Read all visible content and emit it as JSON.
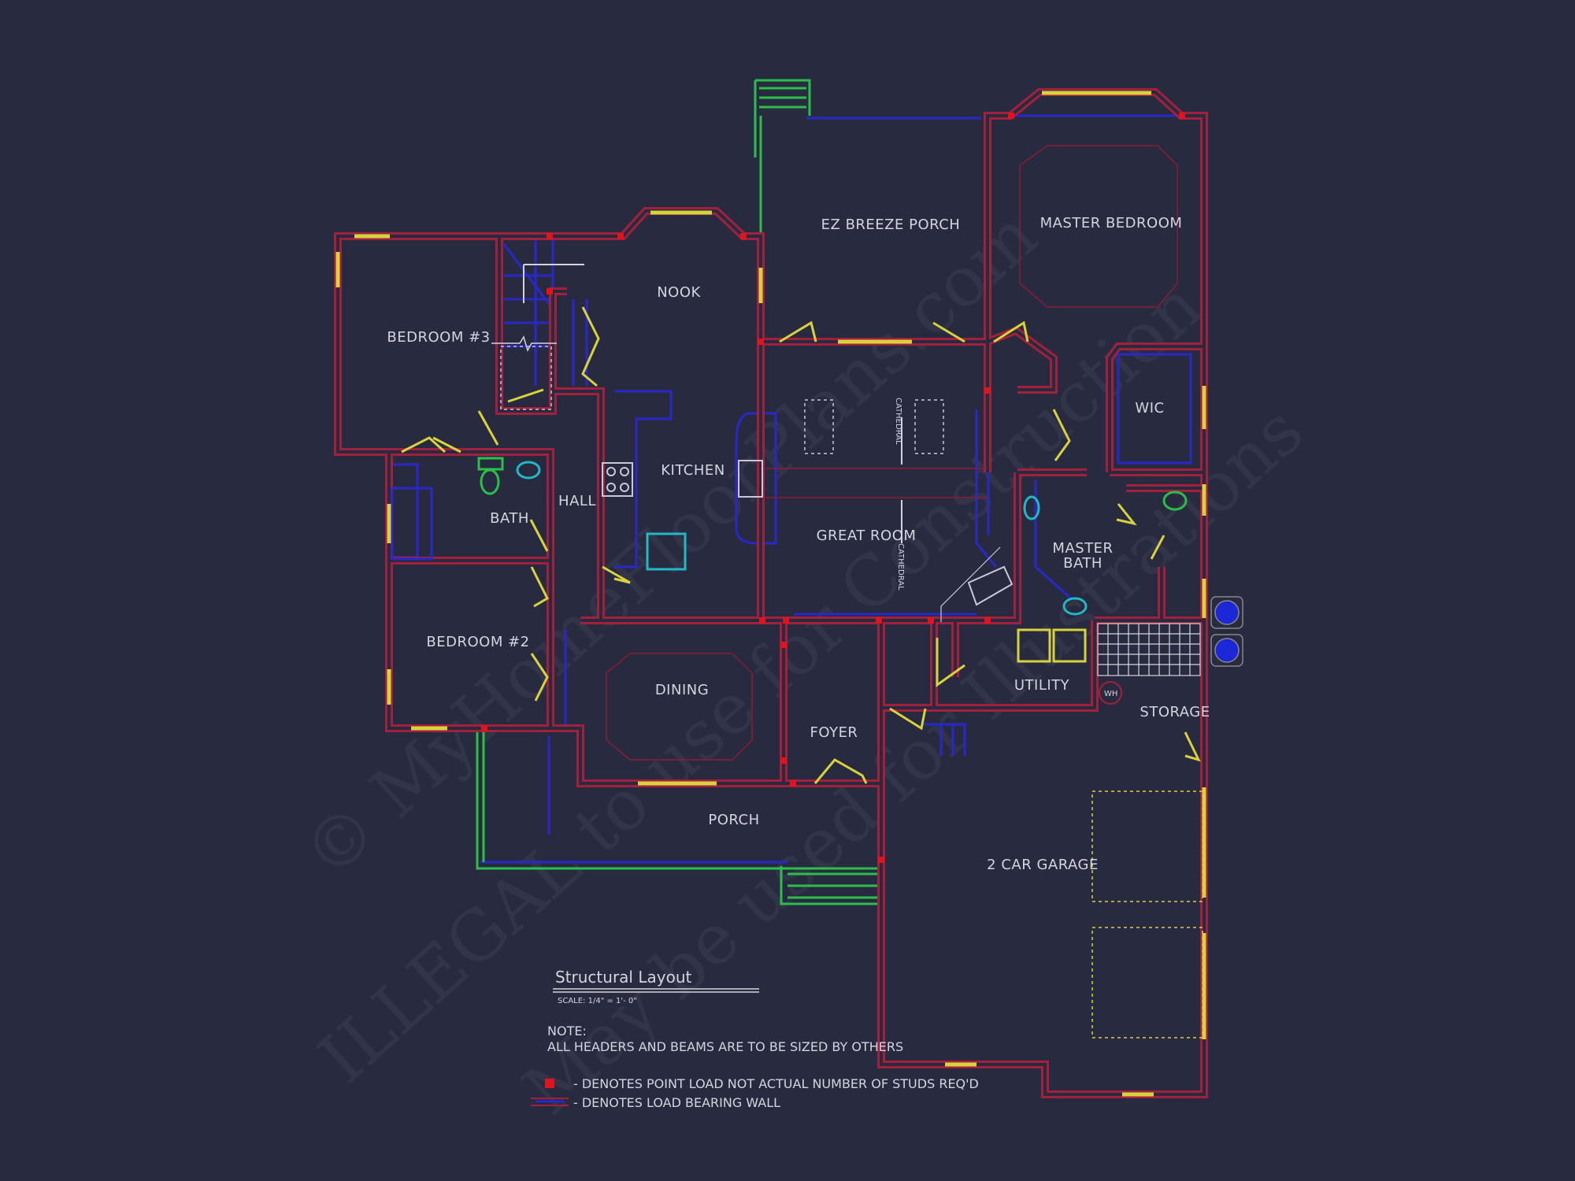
{
  "drawing": {
    "title": "Structural Layout",
    "scale": "SCALE: 1/4\" = 1'- 0\"",
    "note_heading": "NOTE:",
    "note_text": "ALL HEADERS AND BEAMS ARE TO BE SIZED BY OTHERS",
    "legend": [
      {
        "symbol": "point-load",
        "text": "- DENOTES POINT LOAD NOT ACTUAL NUMBER OF STUDS REQ'D"
      },
      {
        "symbol": "load-bearing-wall",
        "text": "- DENOTES LOAD BEARING WALL"
      }
    ]
  },
  "rooms": {
    "bedroom3": "BEDROOM #3",
    "nook": "NOOK",
    "ez_breeze_porch": "EZ BREEZE PORCH",
    "master_bedroom": "MASTER BEDROOM",
    "wic": "WIC",
    "kitchen": "KITCHEN",
    "hall": "HALL",
    "bath": "BATH",
    "great_room": "GREAT ROOM",
    "master_bath_1": "MASTER",
    "master_bath_2": "BATH",
    "bedroom2": "BEDROOM #2",
    "dining": "DINING",
    "foyer": "FOYER",
    "utility": "UTILITY",
    "storage": "STORAGE",
    "porch": "PORCH",
    "garage": "2 CAR GARAGE"
  },
  "annotations": {
    "cathedral_1": "CATHEDRAL",
    "cathedral_2": "CATHEDRAL",
    "water_heater": "WH"
  },
  "watermark": {
    "line1": "© MyHomeFloorPlans.com",
    "line2": "ILLEGAL to use for Construction",
    "line3": "May be used for Illustrations"
  },
  "colors": {
    "background": "#282b40",
    "load_bearing_wall": "#a3203c",
    "point_load": "#e0141e",
    "windows_doors": "#d8d23c",
    "beams": "#2828c8",
    "screen_porch": "#2bbf4a",
    "text": "#d4d4de"
  }
}
